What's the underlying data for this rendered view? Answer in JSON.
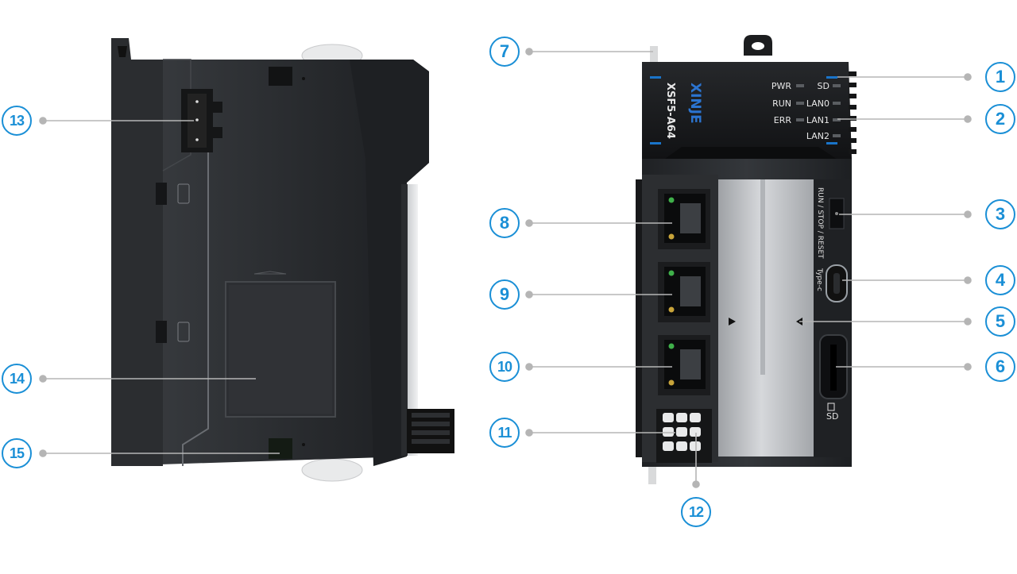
{
  "device": {
    "brand": "XINJE",
    "model": "XSF5-A64",
    "led_labels_left": [
      "PWR",
      "RUN",
      "ERR"
    ],
    "led_labels_right": [
      "SD",
      "LAN0",
      "LAN1",
      "LAN2"
    ],
    "switch_label": "RUN / STOP / RESET",
    "usb_label": "Type-c",
    "sd_label": "SD"
  },
  "callouts": [
    "1",
    "2",
    "3",
    "4",
    "5",
    "6",
    "7",
    "8",
    "9",
    "10",
    "11",
    "12",
    "13",
    "14",
    "15"
  ],
  "colors": {
    "accent": "#1a8fd6",
    "leader": "#b5b5b5",
    "body_dark": "#2a2c2f",
    "body_mid": "#3a3d41"
  }
}
